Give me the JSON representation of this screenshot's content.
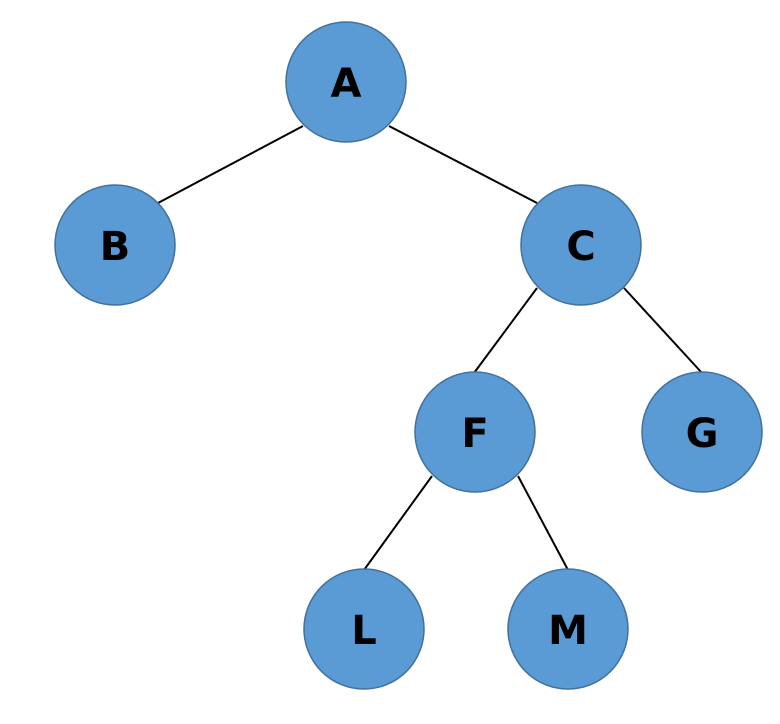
{
  "diagram": {
    "type": "binary-tree",
    "colors": {
      "node_fill": "#5b9bd5",
      "node_border": "#41719c",
      "edge": "#000000",
      "label": "#000000"
    },
    "nodes": [
      {
        "id": "A",
        "label": "A"
      },
      {
        "id": "B",
        "label": "B"
      },
      {
        "id": "C",
        "label": "C"
      },
      {
        "id": "F",
        "label": "F"
      },
      {
        "id": "G",
        "label": "G"
      },
      {
        "id": "L",
        "label": "L"
      },
      {
        "id": "M",
        "label": "M"
      }
    ],
    "edges": [
      {
        "from": "A",
        "to": "B"
      },
      {
        "from": "A",
        "to": "C"
      },
      {
        "from": "C",
        "to": "F"
      },
      {
        "from": "C",
        "to": "G"
      },
      {
        "from": "F",
        "to": "L"
      },
      {
        "from": "F",
        "to": "M"
      }
    ]
  }
}
